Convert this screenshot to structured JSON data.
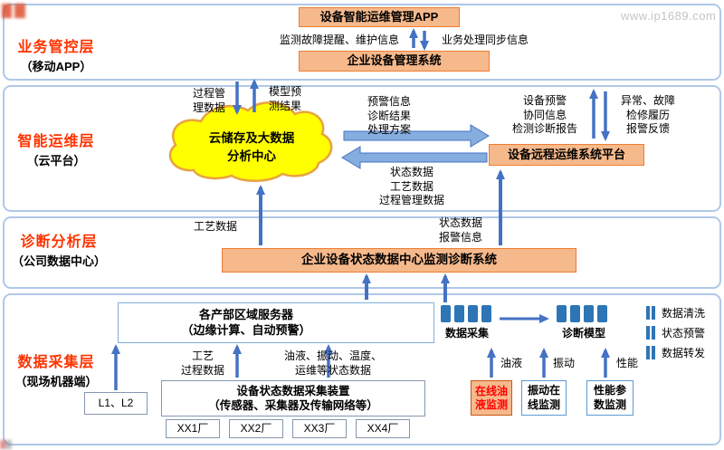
{
  "watermarks": {
    "top_right": "www.ip1689.com"
  },
  "layer_labels": [
    {
      "title": "业务管控层",
      "subtitle": "（移动APP）"
    },
    {
      "title": "智能运维层",
      "subtitle": "（云平台）"
    },
    {
      "title": "诊断分析层",
      "subtitle": "（公司数据中心）"
    },
    {
      "title": "数据采集层",
      "subtitle": "（现场机器端）"
    }
  ],
  "business": {
    "app_box": "设备智能运维管理APP",
    "fault_label": "监测故障提醒、维护信息",
    "sync_label": "业务处理同步信息",
    "ems_box": "企业设备管理系统"
  },
  "cloud": {
    "title": "云储存及大数据\n分析中心",
    "process_down": "过程管\n理数据",
    "model_up": "模型预\n测结果",
    "to_platform": "预警信息\n诊断结果\n处理方案",
    "from_platform": "状态数据\n工艺数据\n过程管理数据",
    "platform_box": "设备远程运维系统平台",
    "platform_up": "设备预警\n协同信息\n检测诊断报告",
    "platform_feedback": "异常、故障\n检修履历\n报警反馈"
  },
  "diagnosis": {
    "craft_label": "工艺数据",
    "status_label": "状态数据\n报警信息",
    "center_box": "企业设备状态数据中心监测诊断系统"
  },
  "collection": {
    "server_box": "各产部区域服务器\n（边缘计算、自动预警）",
    "data_collect_label": "数据采集",
    "diag_model_label": "诊断模型",
    "right_items": [
      {
        "label": "数据清洗"
      },
      {
        "label": "状态预警"
      },
      {
        "label": "数据转发"
      }
    ],
    "craft_process_label": "工艺\n过程数据",
    "status_kinds_label": "油液、振动、温度、\n运维等状态数据",
    "l1l2_box": "L1、L2",
    "collector_box": "设备状态数据采集装置\n（传感器、采集器及传输网络等）",
    "factories": [
      "XX1厂",
      "XX2厂",
      "XX3厂",
      "XX4厂"
    ],
    "oil_label": "油液",
    "vibration_label": "振动",
    "performance_label": "性能",
    "oil_box": "在线油\n液监测",
    "vibration_box": "振动在\n线监测",
    "performance_box": "性能参\n数监测"
  },
  "colors": {
    "orange_fill": "#F6B98C",
    "orange_border": "#ED7D31",
    "cloud_fill": "#FFFF00",
    "arrow_blue": "#4472C4",
    "bar_blue": "#2E75B6",
    "layer_border": "#AFC8E8",
    "layer_title_red": "#FF3300",
    "alert_text_red": "#FF0000"
  }
}
